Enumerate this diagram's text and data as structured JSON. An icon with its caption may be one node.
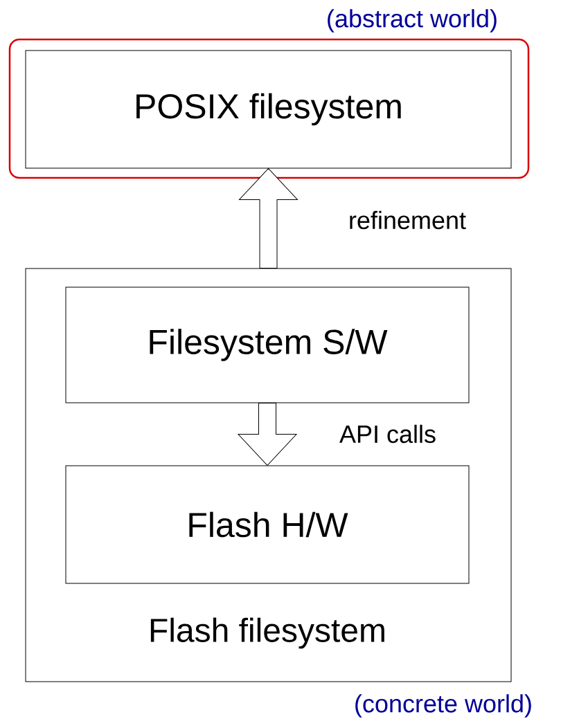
{
  "diagram": {
    "nodes": [
      {
        "text": [
          "(abstract world)"
        ]
      },
      {
        "text": [
          "POSIX filesystem"
        ],
        "in": 0
      },
      {
        "text": [
          "Flash filesystem"
        ],
        "beside": [
          "(concrete world)"
        ]
      },
      {
        "text": [
          "Filesystem S/W"
        ],
        "in": 2
      },
      {
        "text": [
          "Flash H/W"
        ],
        "in": 2
      }
    ],
    "edges": [
      {
        "from": 2,
        "to": 1,
        "arrow": "to",
        "label": "refinement"
      },
      {
        "from": 3,
        "to": 4,
        "arrow": "to",
        "label": "API calls"
      }
    ]
  }
}
